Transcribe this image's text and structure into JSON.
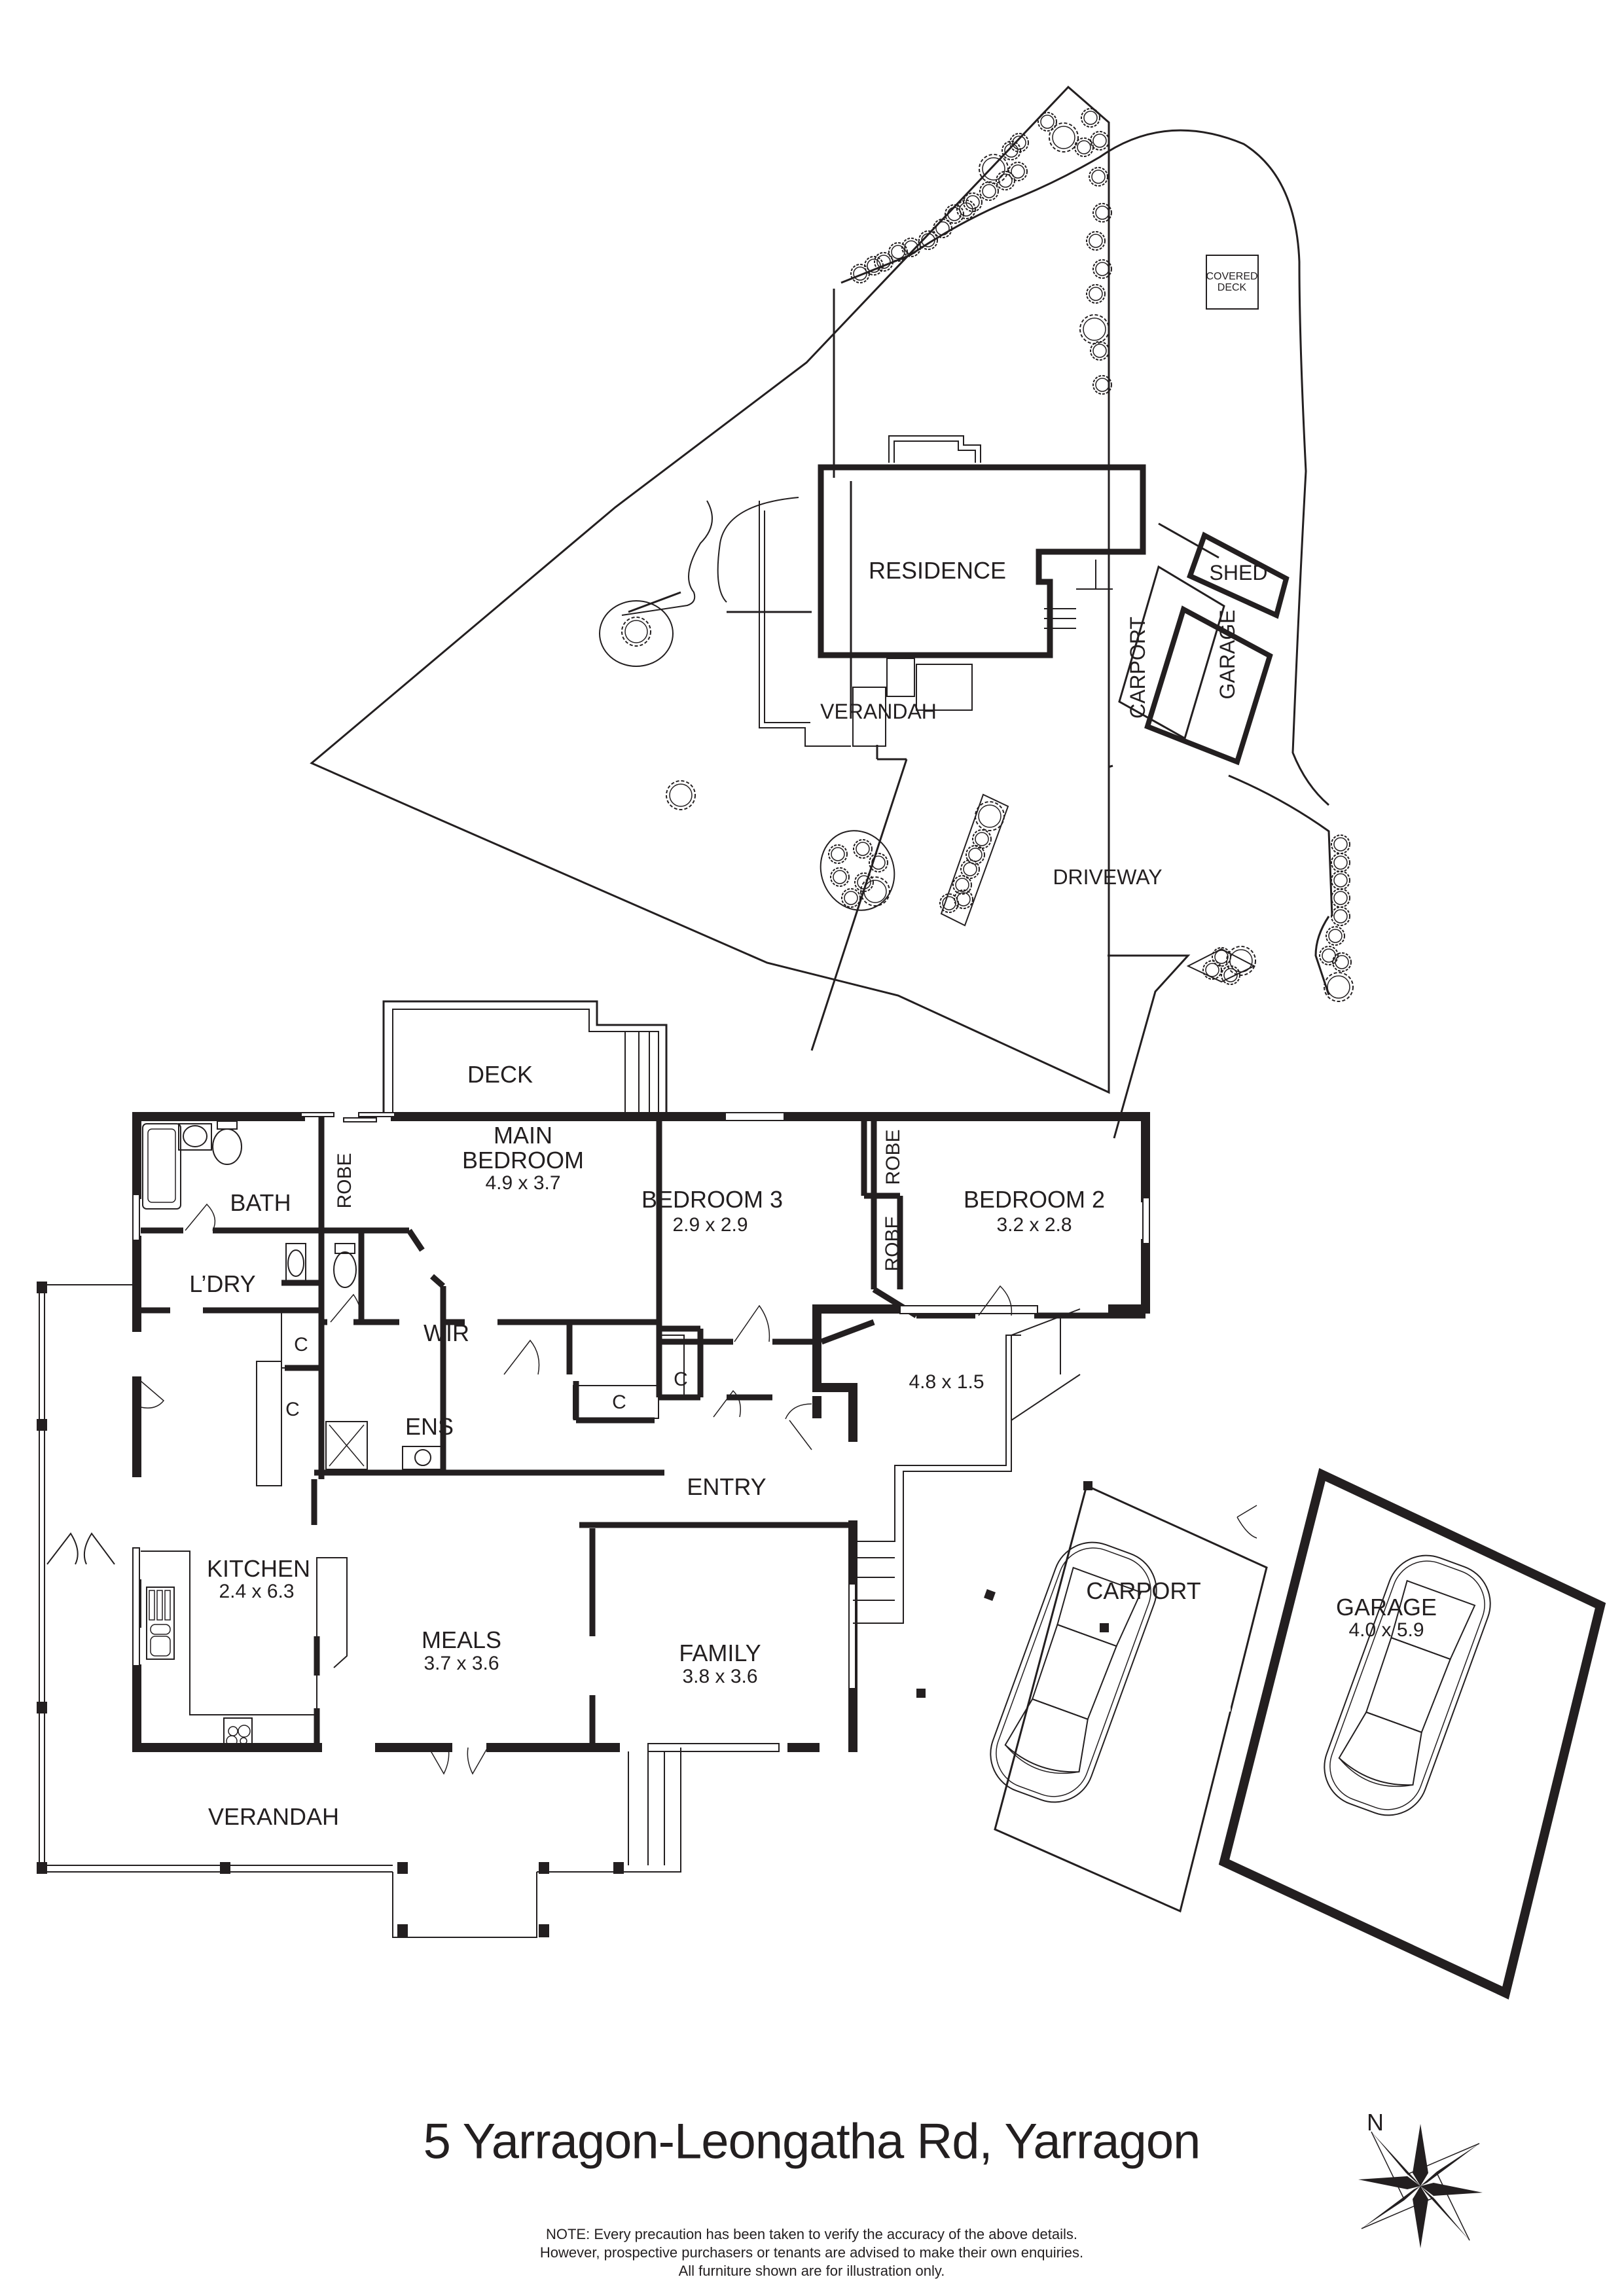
{
  "document": {
    "type": "floor_plan",
    "address_title": "5 Yarragon-Leongatha Rd, Yarragon",
    "disclaimer": [
      "NOTE: Every precaution has been taken to verify the accuracy of the above details.",
      "However, prospective purchasers or tenants are advised to make their own enquiries.",
      "All furniture shown are for illustration only."
    ],
    "compass": {
      "label": "N",
      "icon": "compass-rose-icon"
    }
  },
  "site_plan": {
    "labels": {
      "residence": "RESIDENCE",
      "verandah": "VERANDAH",
      "carport": "CARPORT",
      "garage": "GARAGE",
      "shed": "SHED",
      "driveway": "DRIVEWAY",
      "covered_deck_line1": "COVERED",
      "covered_deck_line2": "DECK"
    }
  },
  "floor_plan": {
    "rooms": {
      "deck": {
        "name": "DECK"
      },
      "bath": {
        "name": "BATH"
      },
      "robe_main": {
        "name": "ROBE"
      },
      "main_bedroom": {
        "name_line1": "MAIN",
        "name_line2": "BEDROOM",
        "size": "4.9 x 3.7"
      },
      "bedroom3": {
        "name": "BEDROOM 3",
        "size": "2.9 x 2.9"
      },
      "robe_b3": {
        "name": "ROBE"
      },
      "robe_b2": {
        "name": "ROBE"
      },
      "bedroom2": {
        "name": "BEDROOM 2",
        "size": "3.2 x 2.8"
      },
      "laundry": {
        "name": "L’DRY"
      },
      "wir": {
        "name": "WIR"
      },
      "ens": {
        "name": "ENS"
      },
      "hallway": {
        "size": "4.8 x 1.5"
      },
      "entry": {
        "name": "ENTRY"
      },
      "kitchen": {
        "name": "KITCHEN",
        "size": "2.4 x 6.3"
      },
      "meals": {
        "name": "MEALS",
        "size": "3.7 x 3.6"
      },
      "family": {
        "name": "FAMILY",
        "size": "3.8 x 3.6"
      },
      "verandah": {
        "name": "VERANDAH"
      },
      "carport": {
        "name": "CARPORT"
      },
      "garage": {
        "name": "GARAGE",
        "size": "4.0 x 5.9"
      }
    },
    "cupboards": [
      "C",
      "C",
      "C",
      "C"
    ]
  }
}
